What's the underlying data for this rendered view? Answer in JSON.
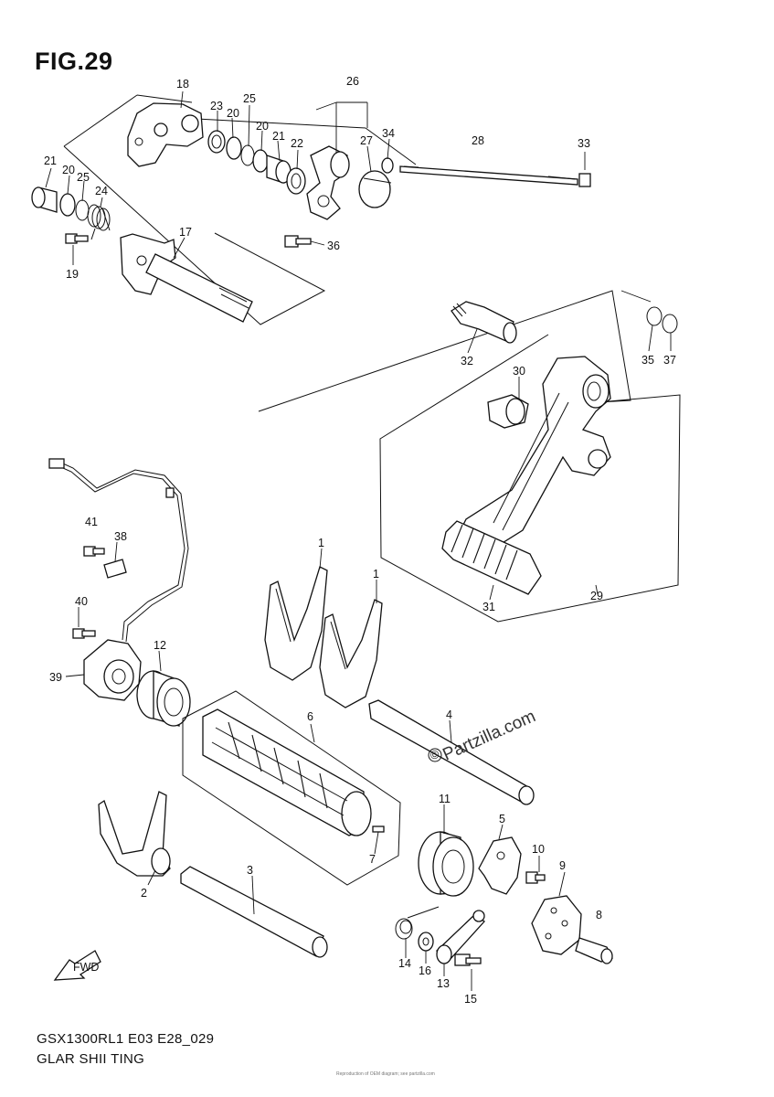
{
  "figure": {
    "title": "FIG.29",
    "model_code": "GSX1300RL1 E03 E28_029",
    "section_title": "GLAR SHII TING",
    "fine_print": "Reproduction of OEM diagram; see partzilla.com"
  },
  "watermark": {
    "text": "Partzilla.com",
    "symbol": "©"
  },
  "fwd_arrow": {
    "label": "FWD"
  },
  "callouts": [
    {
      "id": "c18",
      "label": "18"
    },
    {
      "id": "c23",
      "label": "23"
    },
    {
      "id": "c20a",
      "label": "20"
    },
    {
      "id": "c25a",
      "label": "25"
    },
    {
      "id": "c20b",
      "label": "20"
    },
    {
      "id": "c21a",
      "label": "21"
    },
    {
      "id": "c22",
      "label": "22"
    },
    {
      "id": "c26",
      "label": "26"
    },
    {
      "id": "c27",
      "label": "27"
    },
    {
      "id": "c34",
      "label": "34"
    },
    {
      "id": "c28",
      "label": "28"
    },
    {
      "id": "c33",
      "label": "33"
    },
    {
      "id": "c21b",
      "label": "21"
    },
    {
      "id": "c20c",
      "label": "20"
    },
    {
      "id": "c25b",
      "label": "25"
    },
    {
      "id": "c24",
      "label": "24"
    },
    {
      "id": "c17",
      "label": "17"
    },
    {
      "id": "c19",
      "label": "19"
    },
    {
      "id": "c36",
      "label": "36"
    },
    {
      "id": "c32",
      "label": "32"
    },
    {
      "id": "c35",
      "label": "35"
    },
    {
      "id": "c37",
      "label": "37"
    },
    {
      "id": "c30",
      "label": "30"
    },
    {
      "id": "c41",
      "label": "41"
    },
    {
      "id": "c38",
      "label": "38"
    },
    {
      "id": "c40",
      "label": "40"
    },
    {
      "id": "c39",
      "label": "39"
    },
    {
      "id": "c12",
      "label": "12"
    },
    {
      "id": "c1a",
      "label": "1"
    },
    {
      "id": "c1b",
      "label": "1"
    },
    {
      "id": "c31",
      "label": "31"
    },
    {
      "id": "c29",
      "label": "29"
    },
    {
      "id": "c6",
      "label": "6"
    },
    {
      "id": "c4",
      "label": "4"
    },
    {
      "id": "c11",
      "label": "11"
    },
    {
      "id": "c5",
      "label": "5"
    },
    {
      "id": "c10",
      "label": "10"
    },
    {
      "id": "c9",
      "label": "9"
    },
    {
      "id": "c8",
      "label": "8"
    },
    {
      "id": "c7",
      "label": "7"
    },
    {
      "id": "c2",
      "label": "2"
    },
    {
      "id": "c3",
      "label": "3"
    },
    {
      "id": "c14",
      "label": "14"
    },
    {
      "id": "c16",
      "label": "16"
    },
    {
      "id": "c13",
      "label": "13"
    },
    {
      "id": "c15",
      "label": "15"
    }
  ]
}
